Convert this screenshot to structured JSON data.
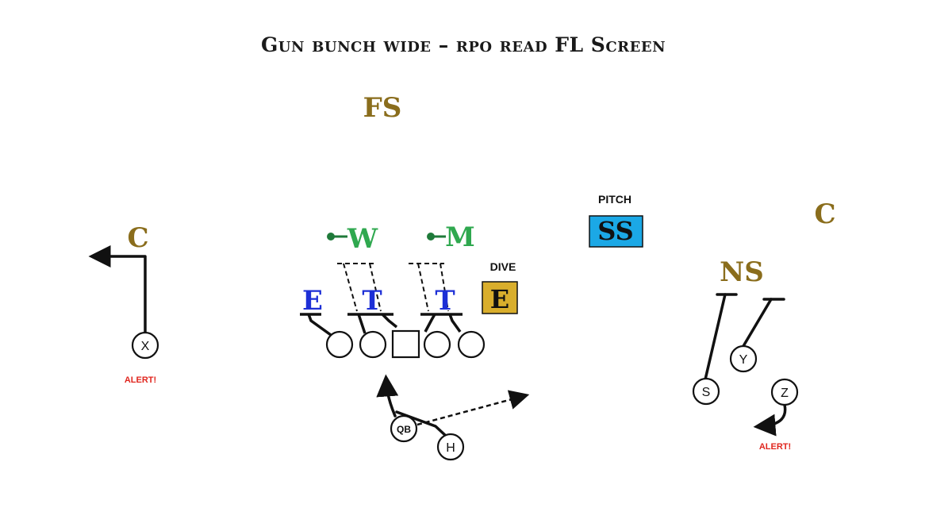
{
  "title": "Gun bunch wide – rpo read FL Screen",
  "colors": {
    "defense_label": "#8a6d1c",
    "linebacker": "#2fa84f",
    "defensive_line": "#1d2fd6",
    "ss_box": "#1ba8e6",
    "end_box": "#d9ae2c",
    "alert": "#e0261e"
  },
  "defense": {
    "free_safety": "FS",
    "corner_left": "C",
    "corner_right": "C",
    "nickel_safety": "NS",
    "strong_safety": "SS",
    "will": "W",
    "mike": "M",
    "end_left": "E",
    "tackle_left": "T",
    "tackle_right": "T",
    "end_right": "E"
  },
  "offense": {
    "x_receiver": "X",
    "y_receiver": "Y",
    "z_receiver": "Z",
    "s_receiver": "S",
    "quarterback": "QB",
    "halfback": "H"
  },
  "notes": {
    "pitch": "PITCH",
    "dive": "DIVE",
    "alert_left": "ALERT!",
    "alert_right": "ALERT!"
  }
}
